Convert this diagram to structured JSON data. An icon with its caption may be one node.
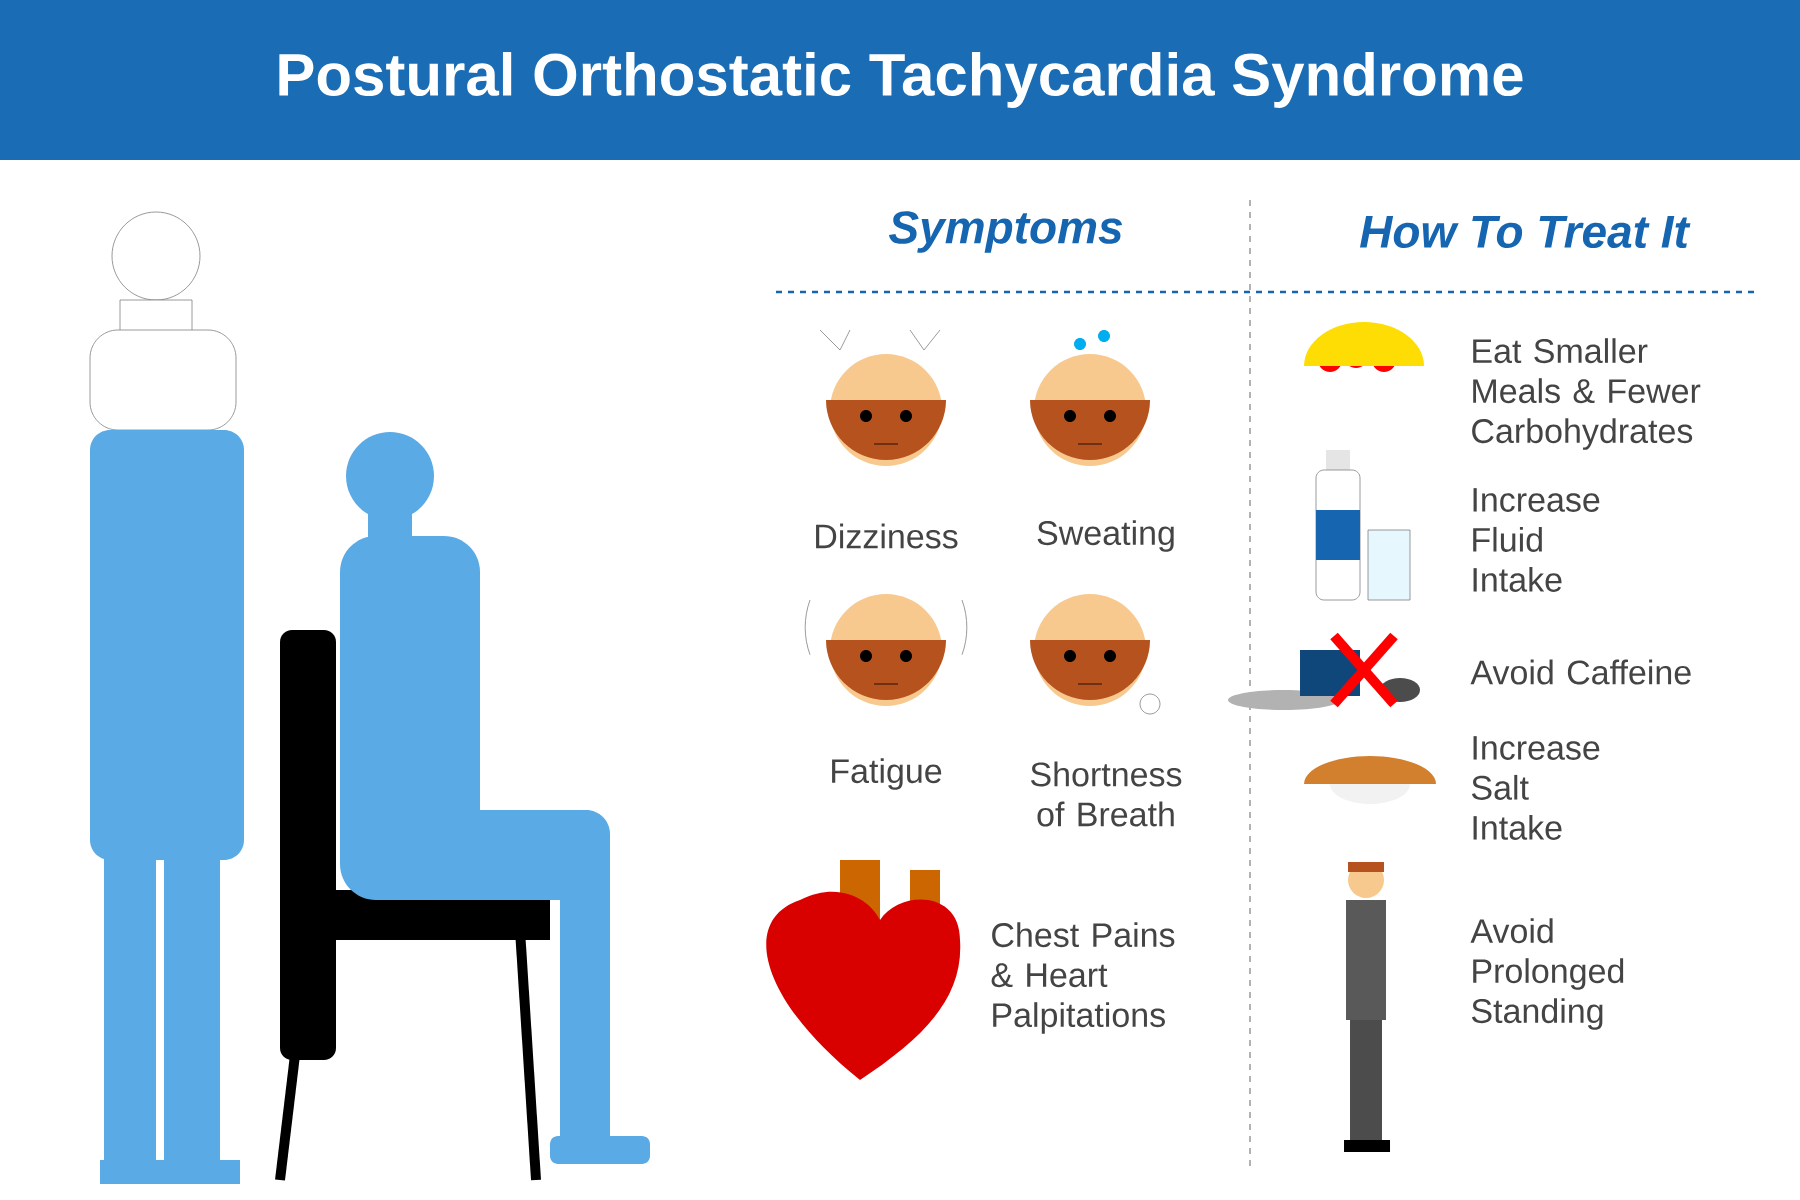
{
  "diagram": {
    "title": "Postural Orthostatic Tachycardia Syndrome",
    "labels": [
      "Symptoms",
      "How To Treat It",
      "Dizziness",
      "Sweating",
      "Fatigue",
      "Shortness of Breath",
      "Chest Pains & Heart Palpitations",
      "Eat Smaller Meals & Fewer Carbohydrates",
      "Increase Fluid Intake",
      "Avoid Caffeine",
      "Increase Salt Intake",
      "Avoid Prolonged Standing"
    ]
  }
}
